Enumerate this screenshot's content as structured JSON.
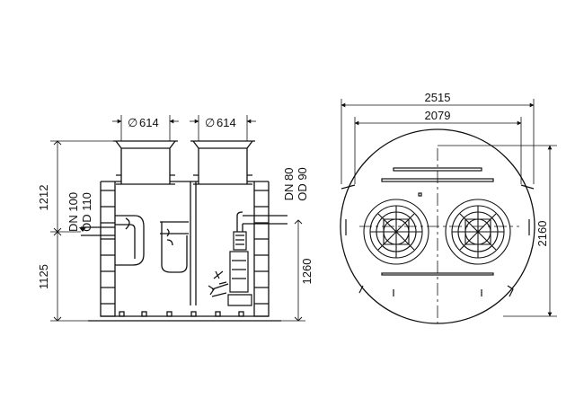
{
  "side_view": {
    "dn_left": "DN 100",
    "od_left": "OD 110",
    "dn_right": "DN 80",
    "od_right": "OD 90",
    "dim_opening_left": "614",
    "dim_opening_right": "614",
    "dim_height_top": "1212",
    "dim_height_bottom": "1125",
    "dim_height_right": "1260",
    "diameter_symbol": "∅"
  },
  "top_view": {
    "dim_outer_width": "2515",
    "dim_inner_width": "2079",
    "dim_height": "2160"
  }
}
